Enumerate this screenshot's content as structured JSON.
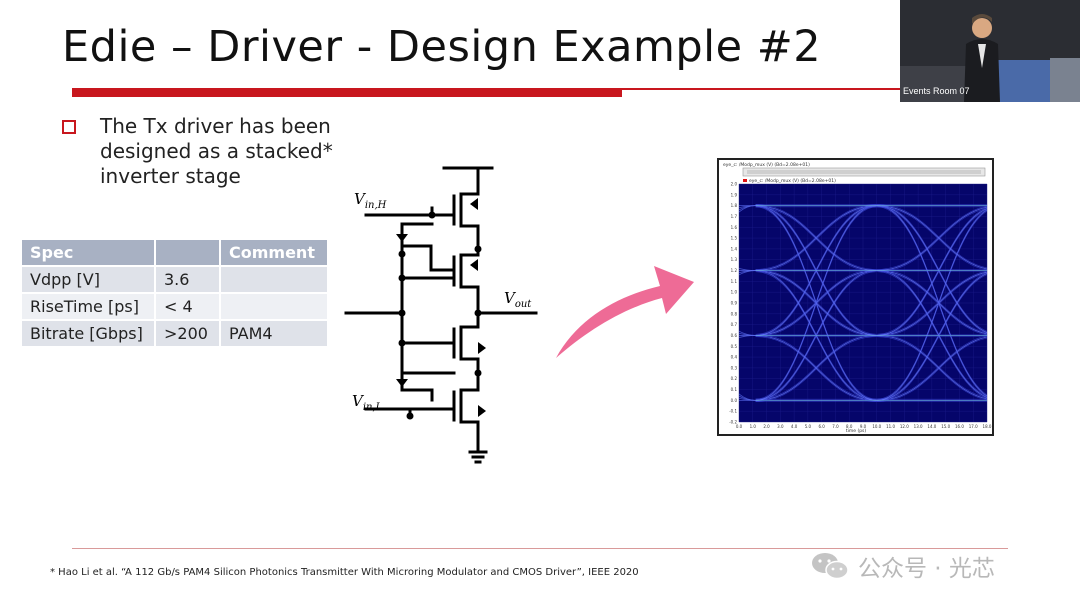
{
  "slide": {
    "title": "Edie – Driver - Design Example #2",
    "bullet": "The Tx driver has been designed as a stacked* inverter stage",
    "table": {
      "headers": [
        "Spec",
        "",
        "Comment"
      ],
      "rows": [
        [
          "Vdpp [V]",
          "3.6",
          ""
        ],
        [
          "RiseTime [ps]",
          "< 4",
          ""
        ],
        [
          "Bitrate [Gbps]",
          ">200",
          "PAM4"
        ]
      ]
    },
    "schematic": {
      "vin_h": "V",
      "vin_h_sub": "in,H",
      "vin_l": "V",
      "vin_l_sub": "in,L",
      "vout": "V",
      "vout_sub": "out"
    },
    "eye_plot": {
      "yticks": [
        "2.0",
        "1.9",
        "1.8",
        "1.7",
        "1.6",
        "1.5",
        "1.4",
        "1.3",
        "1.2",
        "1.1",
        "1.0",
        "0.9",
        "0.8",
        "0.7",
        "0.6",
        "0.5",
        "0.4",
        "0.3",
        "0.2",
        "0.1",
        "0.0",
        "-0.1",
        "-0.2"
      ],
      "xticks": [
        "0.0",
        "1.0",
        "2.0",
        "3.0",
        "4.0",
        "5.0",
        "6.0",
        "7.0",
        "8.0",
        "9.0",
        "10.0",
        "11.0",
        "12.0",
        "13.0",
        "14.0",
        "15.0",
        "16.0",
        "17.0",
        "18.0"
      ],
      "xlabel": "time (ps)",
      "header": "eye_c: /Modp_mux (V) (Bd=2.08e+01)",
      "legend": "eye_c: /Modp_mux (V) (Bd=2.08e+01)"
    },
    "footnote": "* Hao Li et al. “A 112 Gb/s PAM4 Silicon Photonics Transmitter With Microring Modulator and CMOS Driver”, IEEE 2020",
    "watermark": "公众号 · 光芯"
  },
  "webcam": {
    "label": "Events Room 07"
  },
  "colors": {
    "accent_red": "#c8171e",
    "table_header": "#a8b1c3",
    "arrow_pink": "#ee6b96",
    "eye_bg": "#05056a"
  }
}
